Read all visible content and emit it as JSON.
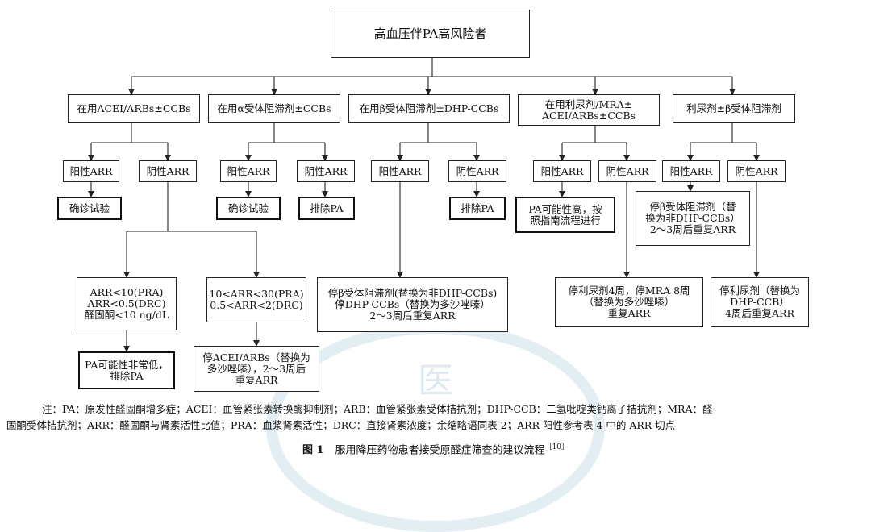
{
  "nodes": {
    "root": "高血压伴PA高风险者",
    "b1": "在用ACEI/ARBs±CCBs",
    "b2": "在用α受体阻滞剂±CCBs",
    "b3": "在用β受体阻滞剂±DHP-CCBs",
    "b4": "在用利尿剂/MRA±\nACEI/ARBs±CCBs",
    "b5": "利尿剂±β受体阻滞剂",
    "pos": "阳性ARR",
    "neg": "阴性ARR",
    "confirm": "确诊试验",
    "exclude": "排除PA",
    "b4_pos_result": "PA可能性高，按\n照指南流程进行",
    "b5_neg_result": "停β受体阻滞剂（替\n换为非DHP-CCBs）\n2～3周后重复ARR",
    "b1_low": "ARR<10(PRA)\nARR<0.5(DRC)\n醛固酮<10 ng/dL",
    "b1_mid": "10<ARR<30(PRA)\n0.5<ARR<2(DRC)",
    "b1_low_result": "PA可能性非常低，\n排除PA",
    "b1_mid_result": "停ACEI/ARBs（替换为\n多沙唑嗪），2～3周后\n重复ARR",
    "b3_neg_action": "停β受体阻滞剂(替换为非DHP-CCBs)\n停DHP-CCBs（替换为多沙唑嗪）\n2～3周后重复ARR",
    "b4_neg_action": "停利尿剂4周，停MRA 8周\n（替换为多沙唑嗪）\n重复ARR",
    "b5_pos_action": "停利尿剂（替换为\nDHP-CCB）\n4周后重复ARR"
  },
  "note": {
    "line1": "注：PA：原发性醛固酮增多症；ACEI：血管紧张素转换酶抑制剂；ARB：血管紧张素受体拮抗剂；DHP-CCB：二氢吡啶类钙离子拮抗剂；MRA：醛",
    "line2": "固酮受体拮抗剂；ARR：醛固酮与肾素活性比值；PRA：血浆肾素活性；DRC：直接肾素浓度；余缩略语同表 2；ARR 阳性参考表 4 中的 ARR 切点"
  },
  "caption": {
    "label": "图 1",
    "text": "服用降压药物患者接受原醛症筛查的建议流程",
    "ref": "［10］"
  },
  "watermark": {
    "char": "医"
  }
}
